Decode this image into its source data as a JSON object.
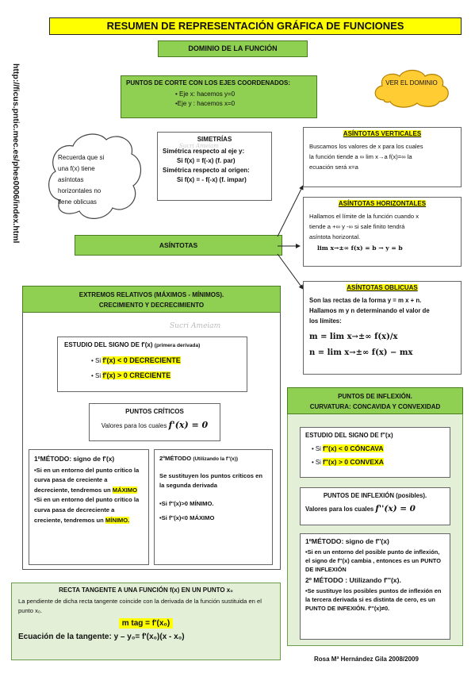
{
  "title": "RESUMEN DE REPRESENTACIÓN GRÁFICA DE FUNCIONES",
  "side_url": "http://ficus.pntic.mec.es/phes0006/index.html",
  "dominio": "DOMINIO DE LA FUNCIÓN",
  "ver_dominio": "VER EL DOMINIO",
  "cortes": {
    "title": "PUNTOS DE CORTE CON LOS EJES COORDENADOS:",
    "items": [
      "• Eje x: hacemos y=0",
      "•Eje y : hacemos x=0"
    ]
  },
  "simetrias": {
    "title": "SIMETRÍAS",
    "lines": [
      "Simétrica respecto al eje y:",
      "Si f(x) = f(-x) (f. par)",
      "Simétrica respecto al origen:",
      "Si f(x) = - f(-x) (f. impar)"
    ]
  },
  "cloud": [
    "Recuerda que si",
    "una f(x) tiene",
    "asíntotas",
    "horizontales no",
    "tiene oblicuas"
  ],
  "asintotas": "ASÍNTOTAS",
  "verticales": {
    "title": "ASÍNTOTAS VERTICALES",
    "lines": [
      "Buscamos los valores de x para los cuales",
      "la función tiende a ∞ lim x→a f(x)=∞ la",
      "ecuación será x=a"
    ]
  },
  "horizontales": {
    "title": "ASÍNTOTAS HORIZONTALES",
    "lines": [
      "Hallamos el límite de la función cuando x",
      "tiende a +∞ y -∞ si sale finito tendrá",
      "asíntota horizontal."
    ],
    "formula": "lim x→±∞ f(x) = b → y = b"
  },
  "oblicuas": {
    "title": "ASÍNTOTAS OBLICUAS",
    "lines": [
      "Son las rectas de la forma y = m x + n.",
      "Hallamos m y n determinando el valor de",
      "los límites:"
    ],
    "m": "m = lim x→±∞ f(x)/x",
    "n": "n = lim x→±∞ f(x) − mx"
  },
  "extremos": {
    "title1": "EXTREMOS RELATIVOS (MÁXIMOS - MÍNIMOS).",
    "title2": "CRECIMIENTO Y DECRECIMIENTO"
  },
  "estudio1": {
    "title": "ESTUDIO DEL SIGNO DE f'(x)",
    "note": "(primera derivada)",
    "items": [
      "f'(x) < 0 DECRECIENTE",
      "f'(x) > 0 CRECIENTE"
    ],
    "prefix": "• Si"
  },
  "criticos": {
    "title": "PUNTOS CRÍTICOS",
    "text": "Valores para los cuales",
    "formula": "f'(x) = 0"
  },
  "metodo1": {
    "title": "1ºMÉTODO: signo de f'(x)",
    "p1": "•Si en un entorno del punto crítico la curva pasa de creciente a decreciente, tendremos un",
    "p1b": "MÁXIMO",
    "p2": "•Si en un entorno del punto crítico la curva pasa de decreciente a creciente, tendremos un",
    "p2b": "MÍNIMO."
  },
  "metodo2": {
    "title": "2ºMÉTODO",
    "note": "(Utilizando la f''(x))",
    "p": "Se sustituyen los puntos críticos en la segunda derivada",
    "items": [
      "•Si f''(x)>0 MÍNIMO.",
      "•Si f''(x)<0 MÁXIMO"
    ]
  },
  "inflexion": {
    "title1": "PUNTOS DE INFLEXIÓN.",
    "title2": "CURVATURA: CONCAVIDA Y CONVEXIDAD"
  },
  "estudio2": {
    "title": "ESTUDIO DEL SIGNO DE f''(x)",
    "items": [
      "f''(x) < 0 CÓNCAVA",
      "f''(x) > 0 CONVEXA"
    ],
    "prefix": "• Si"
  },
  "pinflex": {
    "title": "PUNTOS DE INFLEXIÓN (posibles).",
    "text": "Valores para los cuales",
    "formula": "f''(x) = 0"
  },
  "metodos_inf": {
    "t1": "1ºMÉTODO: signo de f''(x)",
    "p1": "•Si en un entorno del posible punto de inflexión, el signo de f''(x) cambia , entonces es un PUNTO DE INFLEXIÓN",
    "t2": "2º MÉTODO : Utilizando f'''(x).",
    "p2": "•Se sustituye los posibles puntos de inflexión en la tercera derivada si es distinta de cero, es un PUNTO DE INFEXIÓN. f'''(x)≠0."
  },
  "tangente": {
    "title": "RECTA TANGENTE A UNA FUNCIÓN f(x) EN UN PUNTO x₀",
    "p": "La pendiente de dicha recta tangente coincide con la derivada de la función sustituida en el punto x₀.",
    "m": "m tag = f'(x₀)",
    "eq": "Ecuación de la tangente: y – y₀= f'(x₀)(x - x₀)"
  },
  "author": "Rosa Mª Hernández Gila 2008/2009",
  "watermark": "Sucri Ameiam"
}
